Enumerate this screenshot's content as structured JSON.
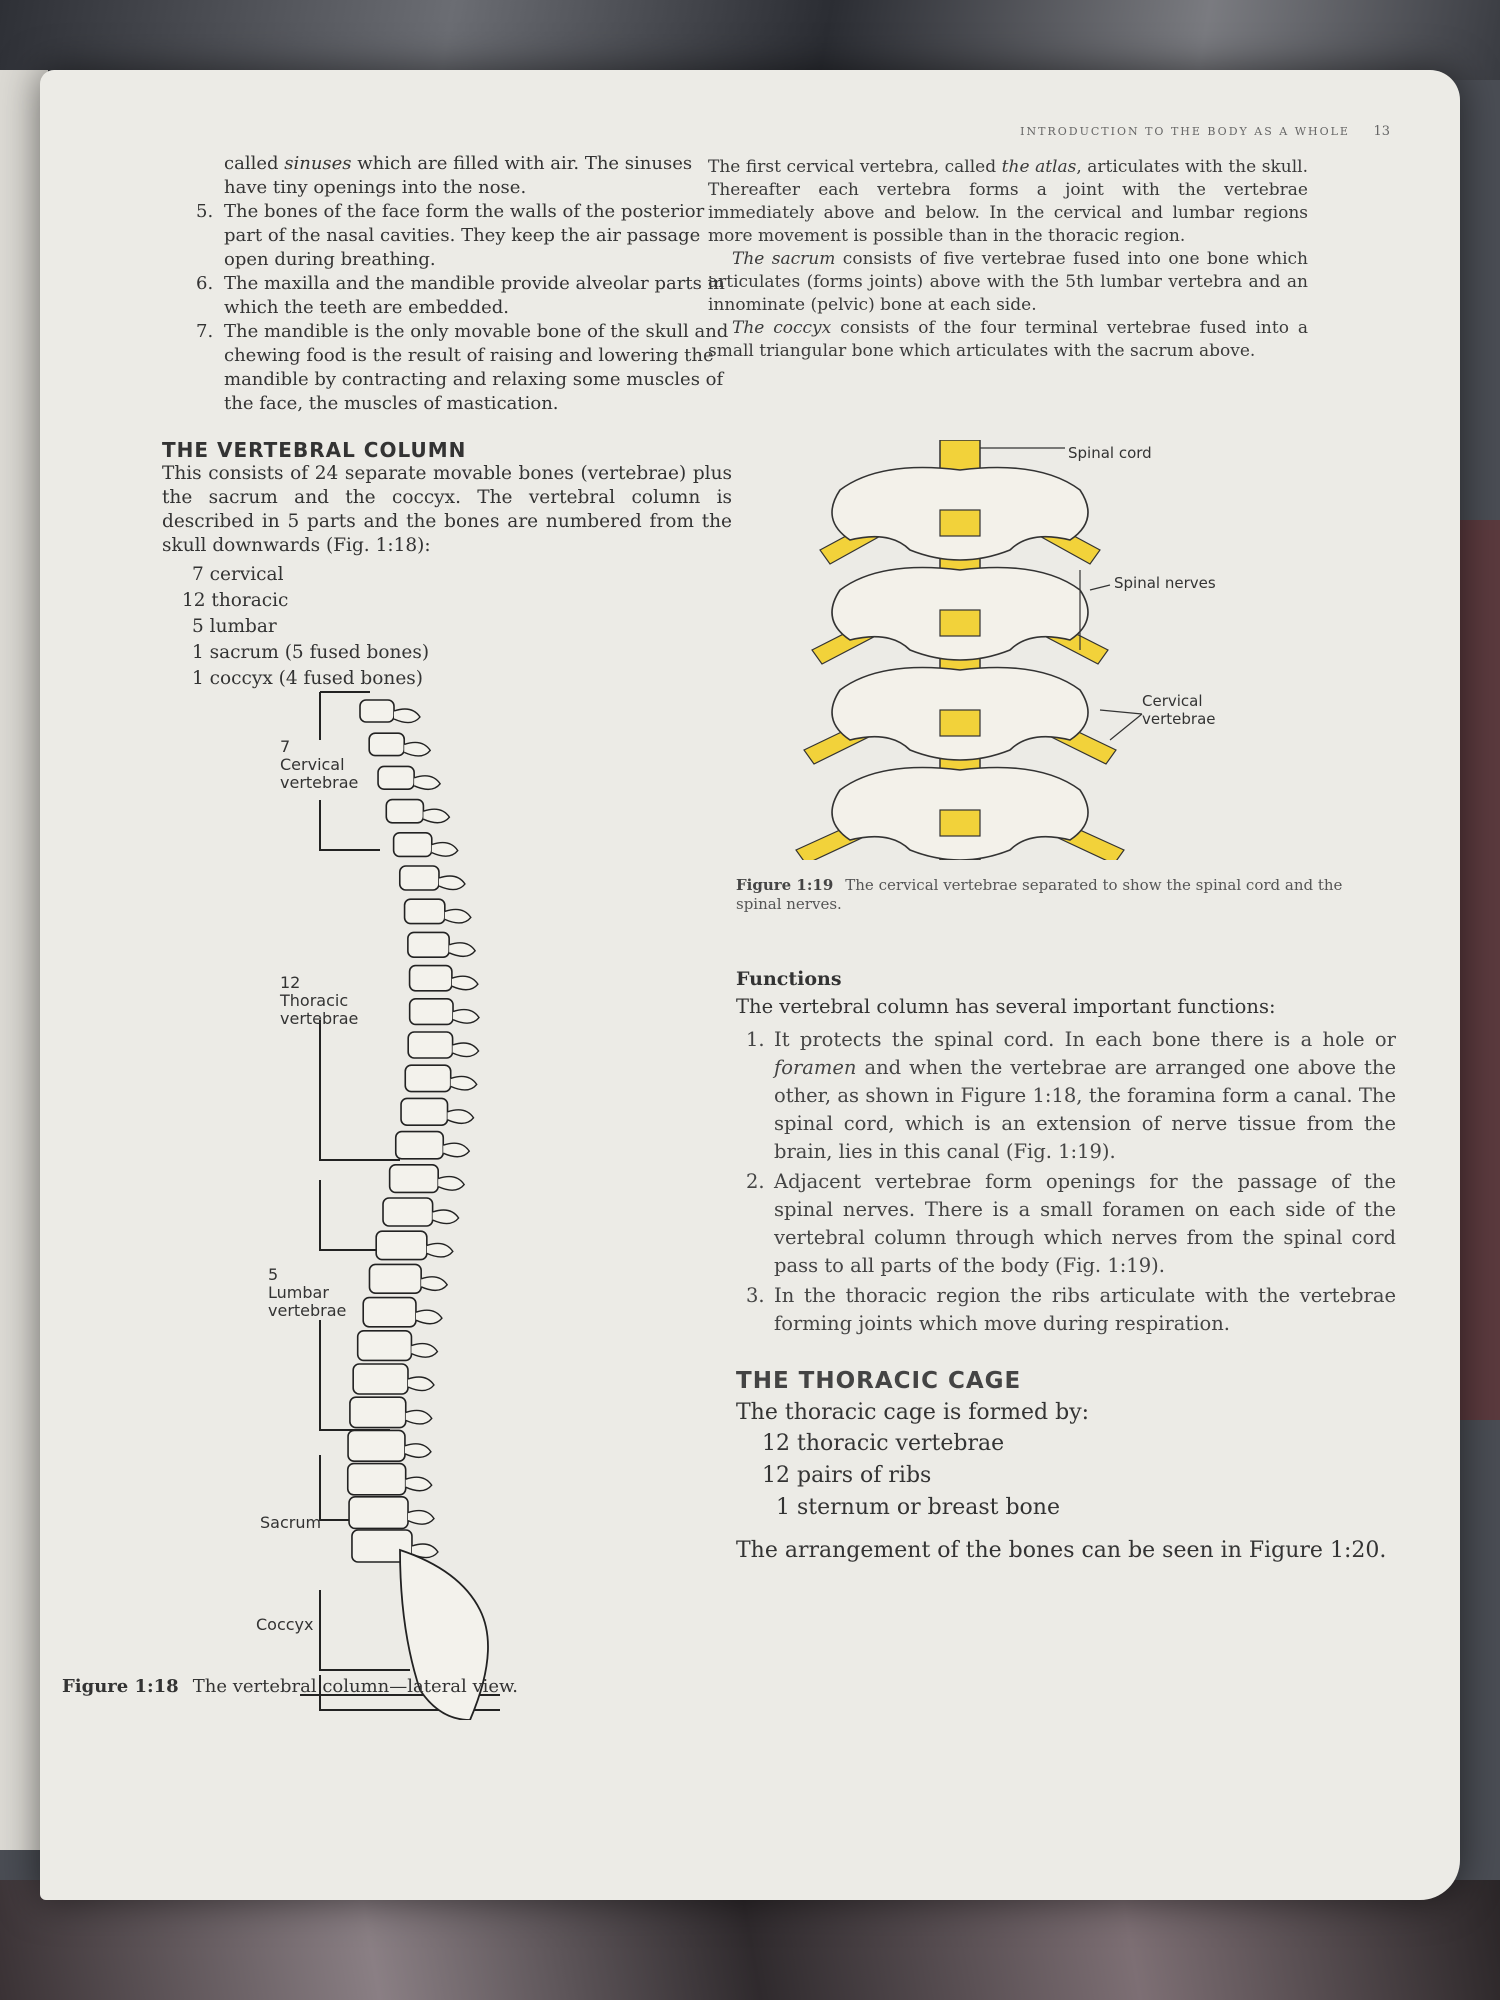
{
  "running_head": {
    "title": "INTRODUCTION TO THE BODY AS A WHOLE",
    "page_number": "13"
  },
  "left_top": {
    "continuation": [
      "called ",
      "sinuses",
      " which are filled with air. The sinuses have tiny openings into the nose."
    ],
    "items": [
      {
        "n": "5.",
        "text": "The bones of the face form the walls of the posterior part of the nasal cavities. They keep the air passage open during breathing."
      },
      {
        "n": "6.",
        "text": "The maxilla and the mandible provide alveolar parts in which the teeth are embedded."
      },
      {
        "n": "7.",
        "text": "The mandible is the only movable bone of the skull and chewing food is the result of raising and lowering the mandible by contracting and relaxing some muscles of the face, the muscles of mastication."
      }
    ]
  },
  "vertebral": {
    "heading": "THE VERTEBRAL COLUMN",
    "intro": "This consists of 24 separate movable bones (vertebrae) plus the sacrum and the coccyx. The vertebral column is described in 5 parts and the bones are numbered from the skull downwards (Fig. 1:18):",
    "parts": [
      "7 cervical",
      "12 thoracic",
      "5 lumbar",
      "1 sacrum (5 fused bones)",
      "1 coccyx (4 fused bones)"
    ]
  },
  "fig18": {
    "labels": {
      "cervical": [
        "7",
        "Cervical",
        "vertebrae"
      ],
      "thoracic": [
        "12",
        "Thoracic",
        "vertebrae"
      ],
      "lumbar": [
        "5",
        "Lumbar",
        "vertebrae"
      ],
      "sacrum": "Sacrum",
      "coccyx": "Coccyx"
    },
    "caption_num": "Figure 1:18",
    "caption_text": "The vertebral column—lateral view."
  },
  "right_top": {
    "p1": [
      "The first cervical vertebra, called ",
      "the atlas",
      ", articulates with the skull. Thereafter each vertebra forms a joint with the vertebrae immediately above and below. In the cervical and lumbar regions more movement is possible than in the thoracic region."
    ],
    "p2": [
      "The sacrum",
      " consists of five vertebrae fused into one bone which articulates (forms joints) above with the 5th lumbar vertebra and an innominate (pelvic) bone at each side."
    ],
    "p3": [
      "The coccyx",
      " consists of the four terminal vertebrae fused into a small triangular bone which articulates with the sacrum above."
    ]
  },
  "fig19": {
    "labels": {
      "spinal_cord": "Spinal cord",
      "spinal_nerves": "Spinal nerves",
      "cervical": [
        "Cervical",
        "vertebrae"
      ]
    },
    "caption_num": "Figure 1:19",
    "caption_text": "The cervical vertebrae separated to show the spinal cord and the spinal nerves.",
    "colors": {
      "cord": "#f2d23a",
      "bone": "#f3f1ea"
    }
  },
  "functions": {
    "title": "Functions",
    "intro": "The vertebral column has several important functions:",
    "items": [
      {
        "n": "1.",
        "parts": [
          "It protects the spinal cord. In each bone there is a hole or ",
          "foramen",
          " and when the vertebrae are arranged one above the other, as shown in Figure 1:18, the foramina form a canal. The spinal cord, which is an extension of nerve tissue from the brain, lies in this canal (Fig. 1:19)."
        ]
      },
      {
        "n": "2.",
        "parts": [
          "Adjacent vertebrae form openings for the passage of the spinal nerves. There is a small foramen on each side of the vertebral column through which nerves from the spinal cord pass to all parts of the body (Fig. 1:19).",
          "",
          ""
        ]
      },
      {
        "n": "3.",
        "parts": [
          "In the thoracic region the ribs articulate with the vertebrae forming joints which move during respiration.",
          "",
          ""
        ]
      }
    ]
  },
  "thoracic_cage": {
    "heading": "THE THORACIC CAGE",
    "intro": "The thoracic cage is formed by:",
    "items": [
      "12 thoracic vertebrae",
      "12 pairs of ribs",
      "1 sternum or breast bone"
    ],
    "final": "The arrangement of the bones can be seen in Figure 1:20."
  }
}
